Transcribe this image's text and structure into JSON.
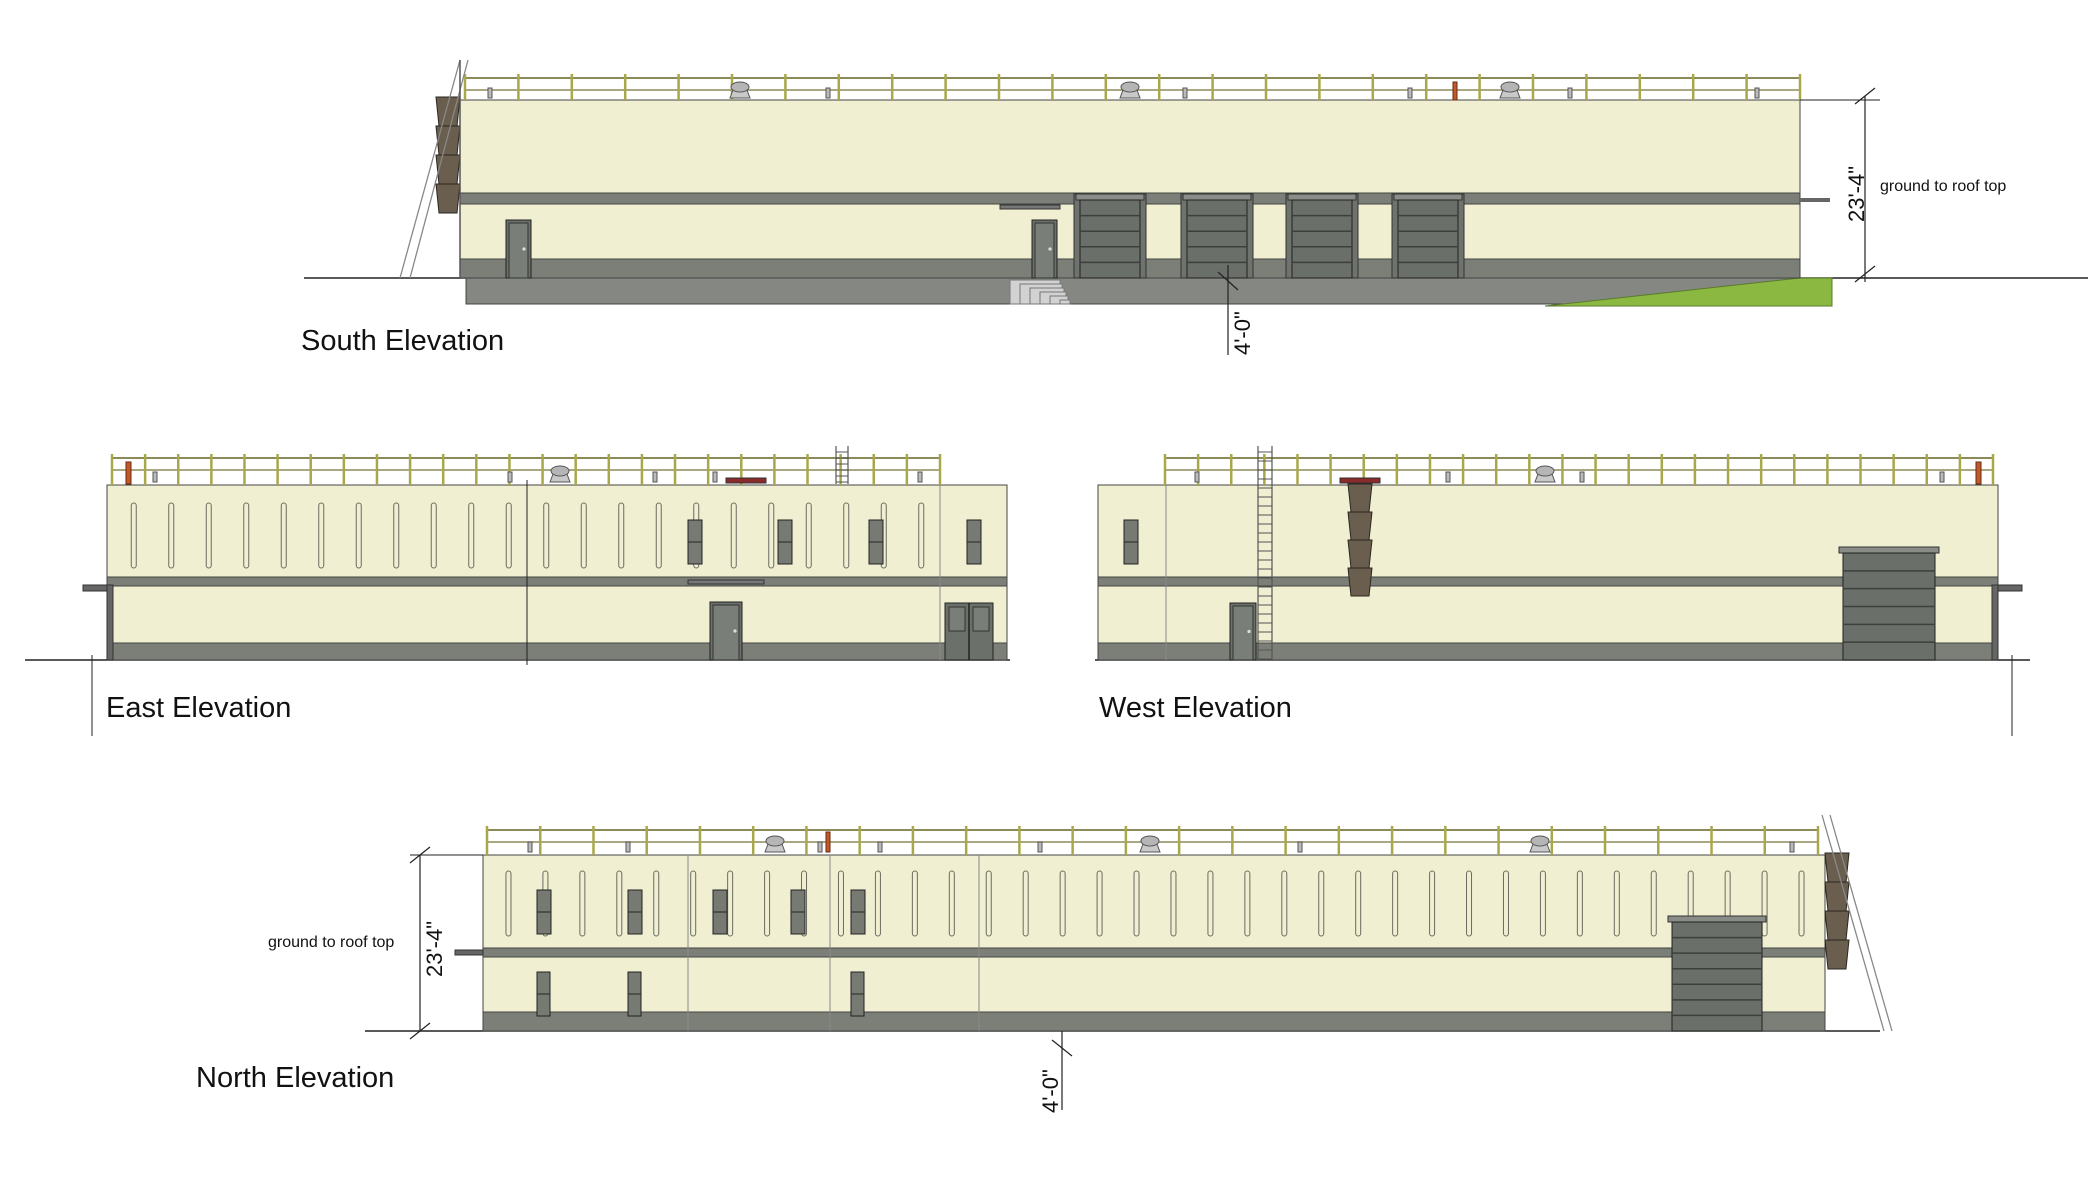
{
  "elevations": {
    "south": {
      "title": "South Elevation",
      "height_dim": "23'-4\"",
      "height_note": "ground to roof top",
      "base_dim": "4'-0\""
    },
    "east": {
      "title": "East Elevation"
    },
    "west": {
      "title": "West Elevation"
    },
    "north": {
      "title": "North Elevation",
      "height_dim": "23'-4\"",
      "height_note": "ground to roof top",
      "base_dim": "4'-0\""
    }
  },
  "colors": {
    "wall": "#f0efd2",
    "band": "#7b7f78",
    "door": "#6c706a",
    "outline": "#444444",
    "railing_post": "#a8a84a",
    "grass": "#8ab840"
  }
}
